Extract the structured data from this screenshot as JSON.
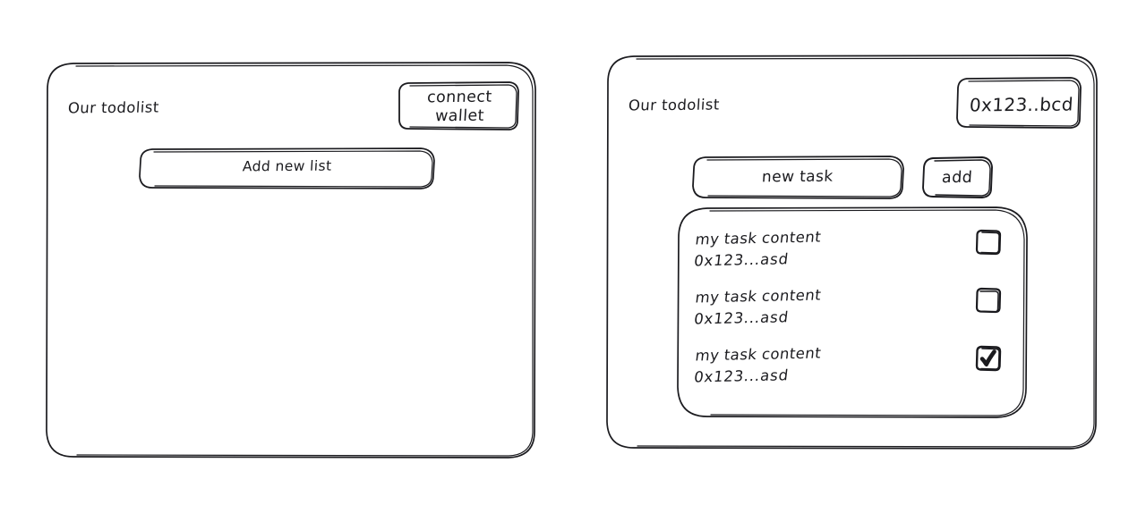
{
  "canvas": {
    "background": "#ffffff",
    "stroke_color": "#1b1b1f"
  },
  "panels": [
    {
      "id": "list-overview",
      "name": "todolist-overview-panel",
      "title": "Our todolist",
      "wallet_button": {
        "line1": "connect",
        "line2": "wallet"
      },
      "primary_button": "Add new list"
    },
    {
      "id": "list-detail",
      "name": "todolist-detail-panel",
      "title": "Our todolist",
      "wallet_badge": "0x123..bcd",
      "new_task_input": {
        "value": "new task",
        "placeholder": "new task"
      },
      "add_button": "add",
      "tasks": [
        {
          "content": "my task content",
          "address": "0x123...asd",
          "checked": false,
          "checkbox_icon": "checkbox-empty-icon"
        },
        {
          "content": "my task content",
          "address": "0x123...asd",
          "checked": false,
          "checkbox_icon": "checkbox-empty-icon"
        },
        {
          "content": "my task content",
          "address": "0x123...asd",
          "checked": true,
          "checkbox_icon": "checkbox-checked-icon"
        }
      ]
    }
  ]
}
